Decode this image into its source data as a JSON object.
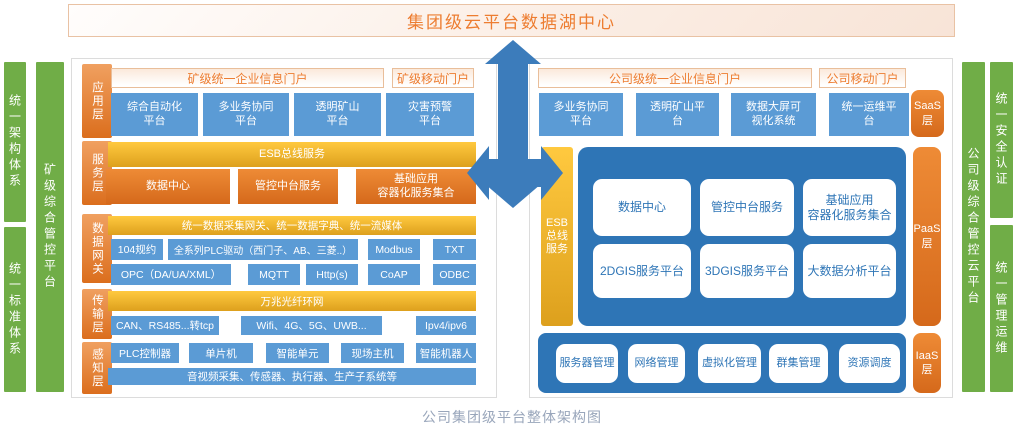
{
  "title": "集团级云平台数据湖中心",
  "caption": "公司集团级平台整体架构图",
  "left_sidebar": {
    "architecture_bar": "统一架构体系",
    "standard_bar": "统一标准体系",
    "mine_platform_bar": "矿级综合管控平台"
  },
  "right_sidebar": {
    "company_platform_bar": "公司级综合管控云平台",
    "security_bar": "统一安全认证",
    "ops_bar": "统一管理运维"
  },
  "left_panel": {
    "portal": "矿级统一企业信息门户",
    "mobile_portal": "矿级移动门户",
    "app_layer": {
      "label": "应用层",
      "boxes": [
        "综合自动化\n平台",
        "多业务协同\n平台",
        "透明矿山\n平台",
        "灾害预警\n平台"
      ]
    },
    "service_layer": {
      "label": "服务层",
      "esb_bar": "ESB总线服务",
      "boxes": [
        "数据中心",
        "管控中台服务",
        "基础应用\n容器化服务集合"
      ]
    },
    "gateway_layer": {
      "label": "数据网关",
      "bar": "统一数据采集网关、统一数据字典、统一流媒体",
      "row1": [
        "104规约",
        "全系列PLC驱动（西门子、AB、三菱..）",
        "Modbus",
        "TXT"
      ],
      "row2": [
        "OPC（DA/UA/XML）",
        "MQTT",
        "Http(s)",
        "CoAP",
        "ODBC"
      ]
    },
    "transport_layer": {
      "label": "传输层",
      "bar": "万兆光纤环网",
      "boxes": [
        "CAN、RS485...转tcp",
        "Wifi、4G、5G、UWB...",
        "Ipv4/ipv6"
      ]
    },
    "perception_layer": {
      "label": "感知层",
      "row1": [
        "PLC控制器",
        "单片机",
        "智能单元",
        "现场主机",
        "智能机器人"
      ],
      "bar": "音视频采集、传感器、执行器、生产子系统等"
    }
  },
  "right_panel": {
    "portal": "公司级统一企业信息门户",
    "mobile_portal": "公司移动门户",
    "saas_label": "SaaS\n层",
    "apps": [
      "多业务协同\n平台",
      "透明矿山平\n台",
      "数据大屏可\n视化系统",
      "统一运维平\n台"
    ],
    "esb_bar": "ESB\n总线\n服务",
    "paas_label": "PaaS\n层",
    "paas_row1": [
      "数据中心",
      "管控中台服务",
      "基础应用\n容器化服务集合"
    ],
    "paas_row2": [
      "2DGIS服务平台",
      "3DGIS服务平台",
      "大数据分析平台"
    ],
    "iaas_label": "IaaS\n层",
    "iaas_boxes": [
      "服务器管理",
      "网络管理",
      "虚拟化管理",
      "群集管理",
      "资源调度"
    ]
  },
  "colors": {
    "accent_orange": "#ED7D31",
    "box_blue": "#5B9BD5",
    "container_blue": "#2E75B6",
    "gold": "#EFA92C",
    "green": "#70AD47",
    "arrow_blue": "#3C7CBB",
    "caption_gray": "#99A6BB"
  }
}
